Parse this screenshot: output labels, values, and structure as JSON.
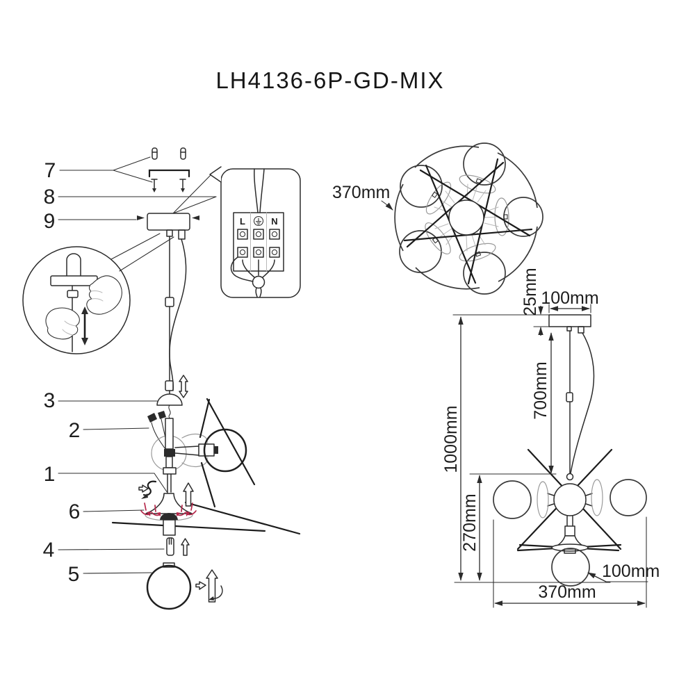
{
  "title": "LH4136-6P-GD-MIX",
  "callouts": {
    "n1": "1",
    "n2": "2",
    "n3": "3",
    "n4": "4",
    "n5": "5",
    "n6": "6",
    "n7": "7",
    "n8": "8",
    "n9": "9"
  },
  "wiring_inset": {
    "terminal_l": "L",
    "terminal_n": "N"
  },
  "top_view": {
    "diameter": "370mm"
  },
  "side_view": {
    "canopy_width": "100mm",
    "canopy_height": "25mm",
    "suspension_length": "700mm",
    "overall_height": "1000mm",
    "fixture_height": "270mm",
    "globe_diameter": "100mm",
    "fixture_width": "370mm"
  },
  "colors": {
    "line": "#2b2b2b",
    "soft_gray": "#9a9a9a",
    "accent_red": "#b5274a",
    "background": "#ffffff"
  }
}
